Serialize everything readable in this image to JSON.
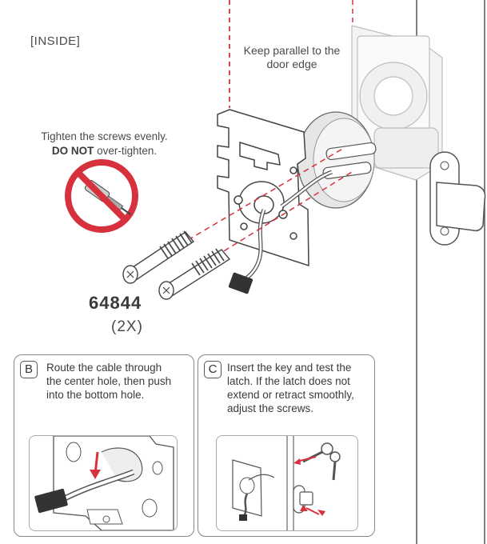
{
  "main": {
    "inside_label": "[INSIDE]",
    "parallel_note": "Keep parallel to the door edge",
    "tighten_note_line1": "Tighten the screws evenly.",
    "tighten_note_emphasis": "DO NOT",
    "tighten_note_rest": " over-tighten.",
    "part_number": "64844",
    "quantity": "(2X)"
  },
  "step_b": {
    "letter": "B",
    "text": "Route the cable through the center hole, then push into the bottom hole."
  },
  "step_c": {
    "letter": "C",
    "text": "Insert the key and test the latch. If the latch does not extend or retract smoothly, adjust the screws."
  },
  "colors": {
    "accent_red": "#d6313d",
    "line_gray": "#555555",
    "panel_border": "#888888"
  }
}
